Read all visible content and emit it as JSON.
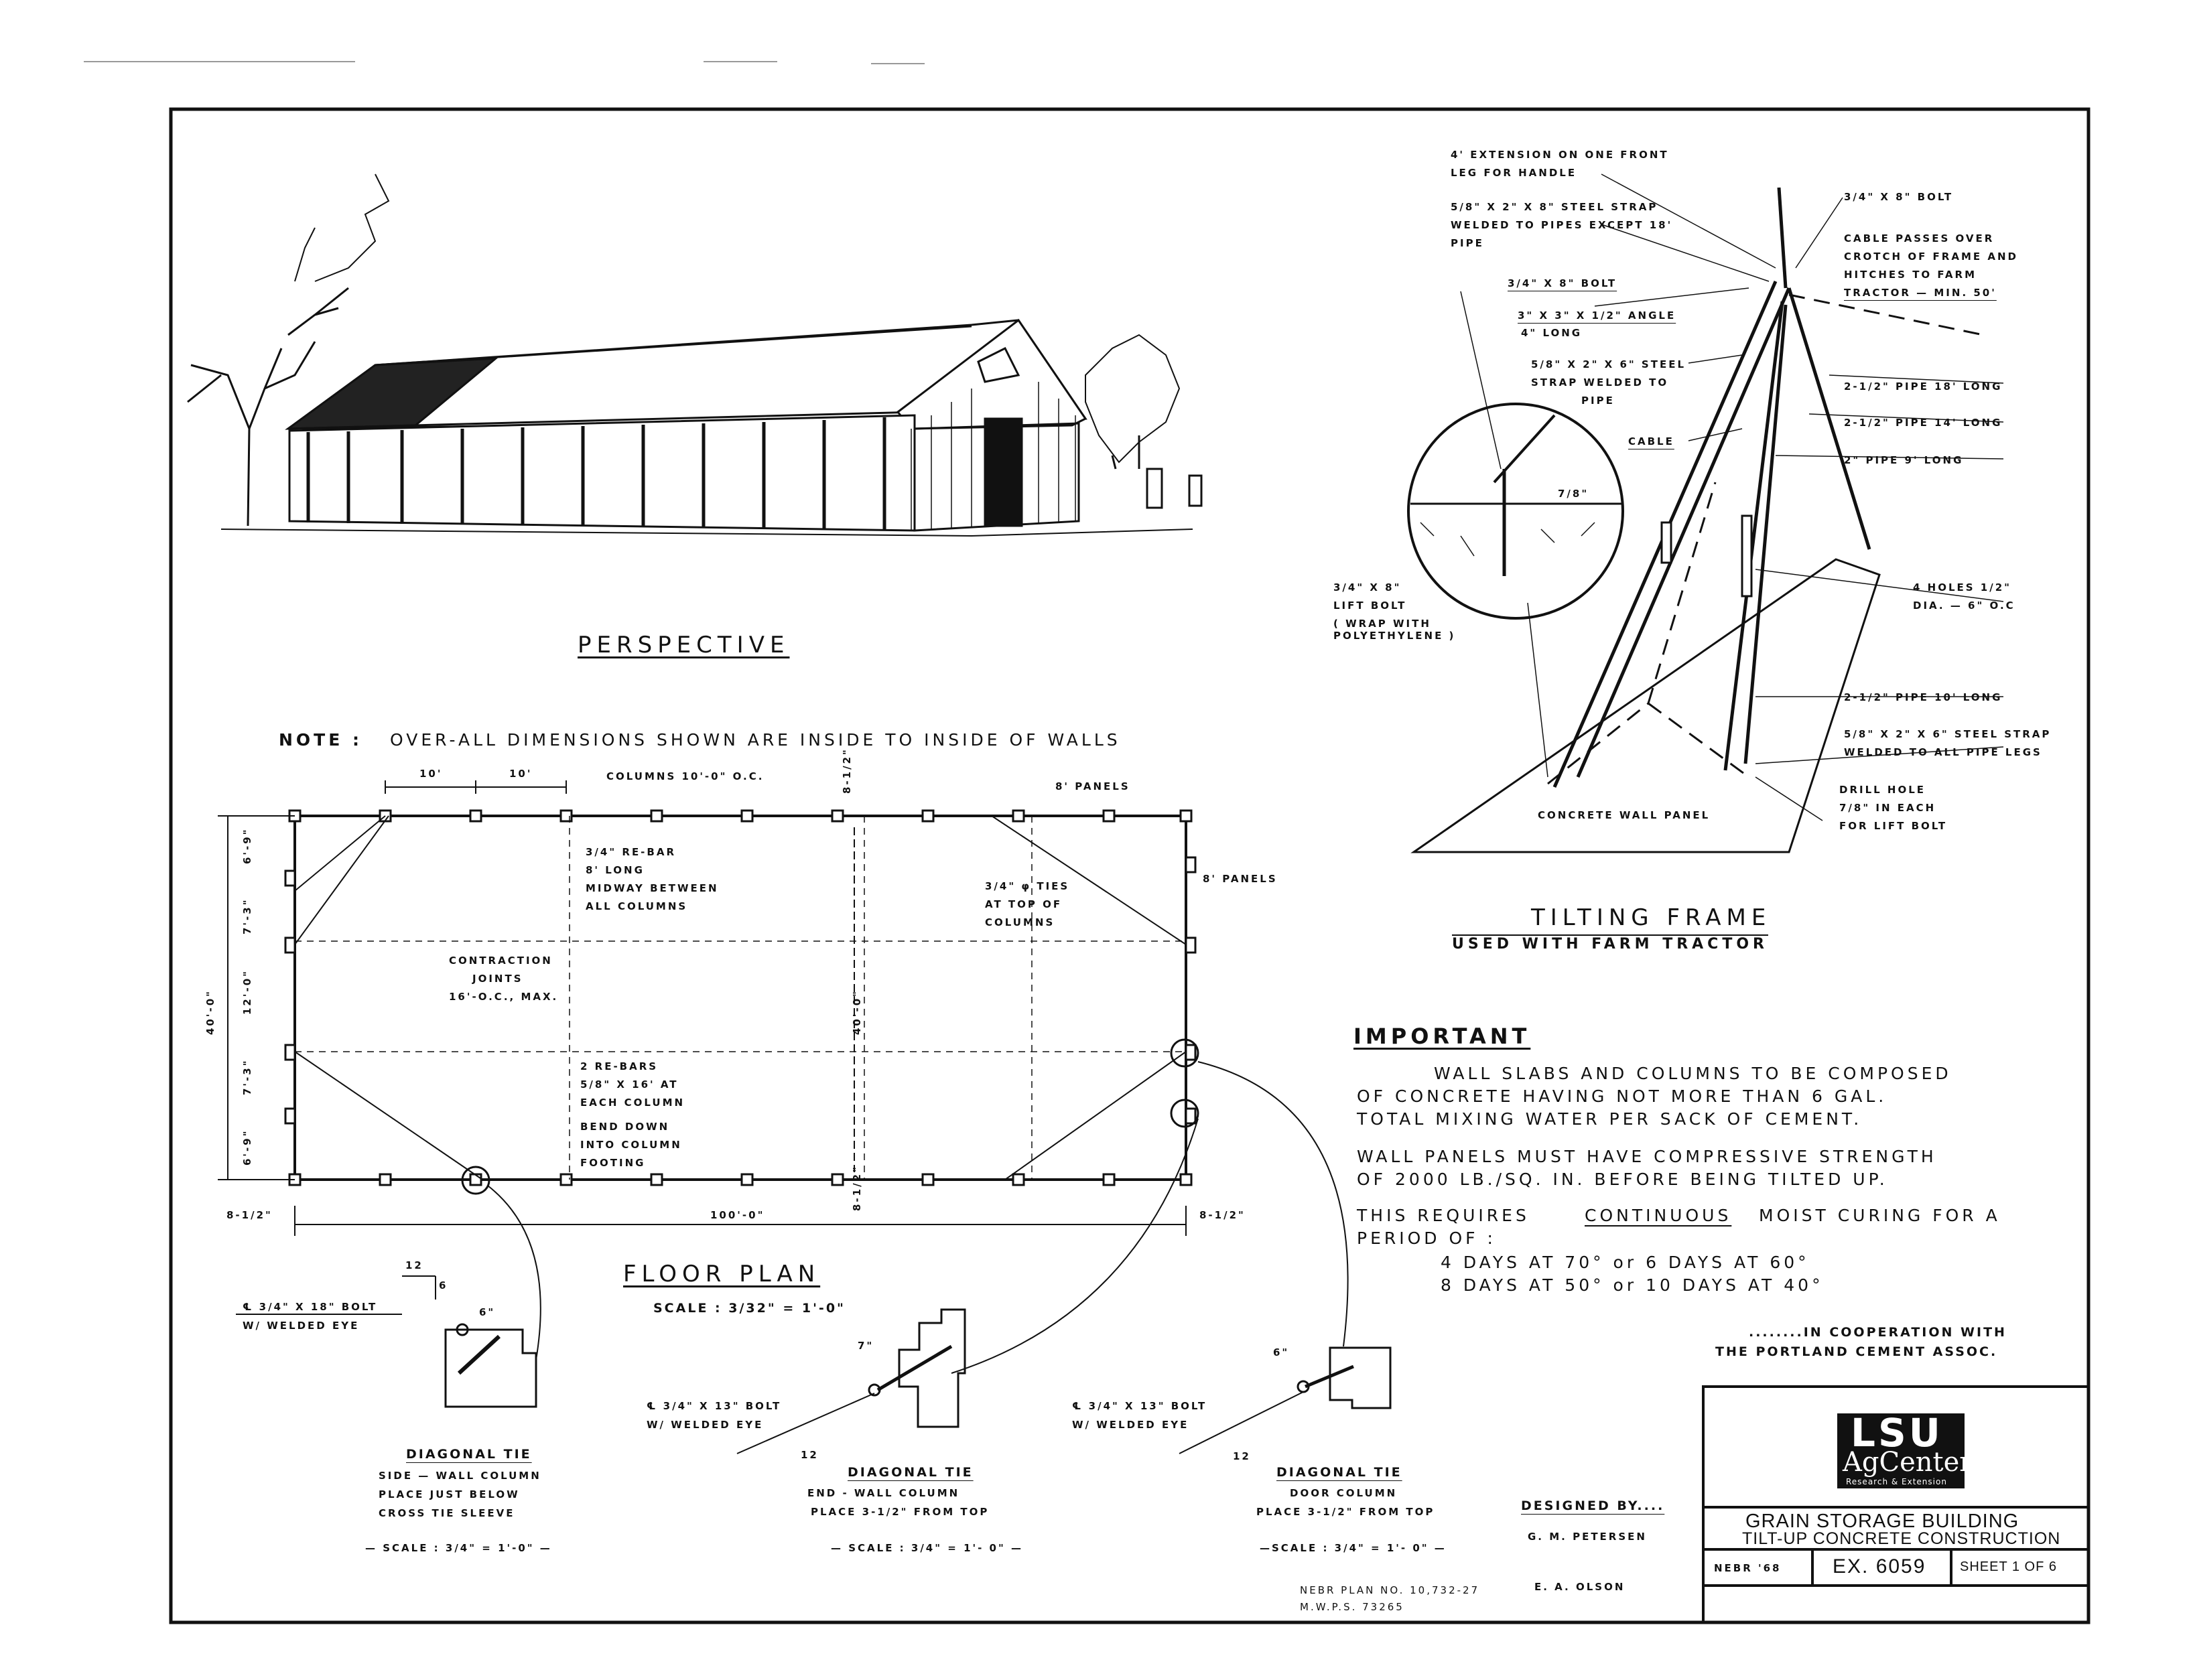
{
  "perspective": {
    "title": "PERSPECTIVE"
  },
  "note": {
    "label": "NOTE :",
    "text": "OVER-ALL DIMENSIONS SHOWN ARE INSIDE TO INSIDE OF WALLS"
  },
  "floor_plan": {
    "title": "FLOOR PLAN",
    "scale": "SCALE : 3/32\" = 1'-0\"",
    "dims": {
      "top_left_1": "10'",
      "top_left_2": "10'",
      "columns": "COLUMNS 10'-0\" O.C.",
      "panels_top": "8' PANELS",
      "panels_right": "8' PANELS",
      "top_offset": "8-1/2\"",
      "length": "100'-0\"",
      "width_left": "40'-0\"",
      "width_center": "40'-0\"",
      "left_offset": "8-1/2\"",
      "right_offset": "8-1/2\"",
      "bottom_offset": "8-1/2\"",
      "side_dims": [
        "6'-9\"",
        "7'-3\"",
        "12'-0\"",
        "7'-3\"",
        "6'-9\""
      ]
    },
    "notes": {
      "rebar": [
        "3/4\" RE-BAR",
        "8' LONG",
        "MIDWAY BETWEEN",
        "ALL COLUMNS"
      ],
      "ties": [
        "3/4\" φ TIES",
        "AT TOP OF",
        "COLUMNS"
      ],
      "contraction": [
        "CONTRACTION",
        "JOINTS",
        "16'-O.C., MAX."
      ],
      "rebars2": [
        "2 RE-BARS",
        "5/8\" X 16' AT",
        "EACH COLUMN",
        "BEND DOWN",
        "INTO COLUMN",
        "FOOTING"
      ]
    }
  },
  "ties": {
    "side": {
      "title": "DIAGONAL TIE",
      "sub": [
        "SIDE — WALL COLUMN",
        "PLACE JUST BELOW",
        "CROSS TIE SLEEVE"
      ],
      "scale": "— SCALE : 3/4\" = 1'-0\" —",
      "bolt": [
        "℄ 3/4\" X 18\" BOLT",
        "W/ WELDED EYE"
      ],
      "dims": [
        "12",
        "6",
        "6\""
      ]
    },
    "end": {
      "title": "DIAGONAL TIE",
      "sub": [
        "END - WALL COLUMN",
        "PLACE 3-1/2\" FROM TOP"
      ],
      "scale": "— SCALE : 3/4\" = 1'- 0\" —",
      "bolt": [
        "℄ 3/4\" X 13\" BOLT",
        "W/ WELDED EYE"
      ],
      "dims": [
        "7\"",
        "12"
      ]
    },
    "door": {
      "title": "DIAGONAL TIE",
      "sub": [
        "DOOR COLUMN",
        "PLACE 3-1/2\" FROM TOP"
      ],
      "scale": "—SCALE : 3/4\" = 1'- 0\" —",
      "bolt": [
        "℄ 3/4\" X 13\" BOLT",
        "W/ WELDED EYE"
      ],
      "dims": [
        "6\"",
        "12"
      ]
    }
  },
  "tilting_frame": {
    "title": "TILTING FRAME",
    "subtitle": "USED WITH FARM TRACTOR",
    "labels": {
      "ext": [
        "4' EXTENSION ON ONE FRONT",
        "LEG FOR HANDLE"
      ],
      "strap1": [
        "5/8\" X 2\" X 8\" STEEL STRAP",
        "WELDED TO PIPES EXCEPT 18'",
        "PIPE"
      ],
      "bolt1": "3/4\" X 8\" BOLT",
      "angle": [
        "3\" X 3\" X 1/2\" ANGLE",
        "4\" LONG"
      ],
      "strap2": [
        "5/8\" X 2\" X 6\" STEEL",
        "STRAP WELDED TO",
        "PIPE"
      ],
      "cable": "CABLE",
      "gap": "7/8\"",
      "lift": [
        "3/4\" X 8\"",
        "LIFT BOLT",
        "( WRAP WITH",
        "POLYETHYLENE )"
      ],
      "bolt_top": "3/4\" X 8\" BOLT",
      "cable_note": [
        "CABLE PASSES OVER",
        "CROTCH OF FRAME AND",
        "HITCHES TO FARM",
        "TRACTOR — MIN. 50'"
      ],
      "pipe18": "2-1/2\" PIPE 18' LONG",
      "pipe14": "2-1/2\" PIPE 14' LONG",
      "pipe9": "2\" PIPE 9' LONG",
      "holes": [
        "4 HOLES 1/2\"",
        "DIA. — 6\" O.C"
      ],
      "pipe10": "2-1/2\" PIPE 10' LONG",
      "strap3": [
        "5/8\" X 2\" X 6\" STEEL STRAP",
        "WELDED TO ALL PIPE LEGS"
      ],
      "drill": [
        "DRILL HOLE",
        "7/8\" IN EACH",
        "FOR LIFT BOLT"
      ],
      "panel": "CONCRETE WALL PANEL"
    }
  },
  "important": {
    "title": "IMPORTANT",
    "lines": [
      "WALL SLABS AND COLUMNS TO BE COMPOSED",
      "OF CONCRETE HAVING NOT MORE THAN 6 GAL.",
      "TOTAL MIXING WATER PER SACK OF CEMENT.",
      "WALL PANELS MUST HAVE COMPRESSIVE STRENGTH",
      "OF 2000 LB./SQ. IN. BEFORE BEING TILTED UP.",
      "THIS REQUIRES",
      "CONTINUOUS",
      "MOIST CURING FOR A",
      "PERIOD OF :",
      "4 DAYS AT 70° or 6 DAYS AT 60°",
      "8 DAYS AT 50° or 10 DAYS AT 40°"
    ]
  },
  "cooperation": [
    "........IN COOPERATION WITH",
    "THE PORTLAND CEMENT ASSOC."
  ],
  "designed": {
    "label": "DESIGNED BY....",
    "names": [
      "G. M. PETERSEN",
      "E. A. OLSON"
    ]
  },
  "plan_no": [
    "NEBR PLAN NO. 10,732-27",
    "M.W.P.S. 73265"
  ],
  "title_block": {
    "logo_top": "LSU",
    "logo_mid": "AgCenter",
    "logo_sub": "Research & Extension",
    "title": "GRAIN STORAGE BUILDING",
    "subtitle": "TILT-UP CONCRETE CONSTRUCTION",
    "nebr": "NEBR '68",
    "ex": "EX. 6059",
    "sheet": "SHEET 1 OF 6"
  }
}
